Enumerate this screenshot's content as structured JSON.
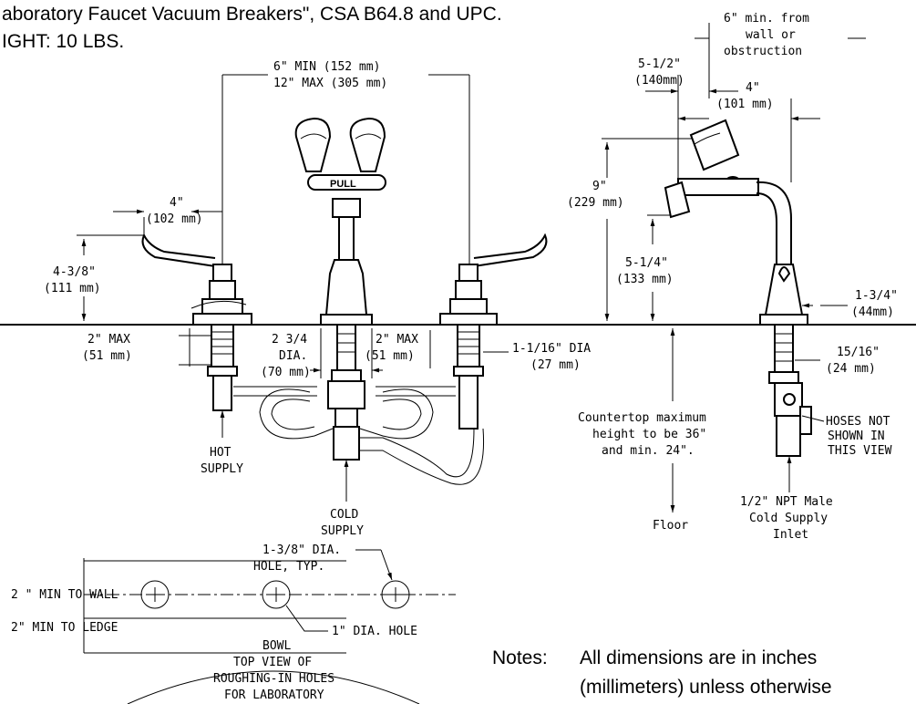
{
  "header": {
    "line1": "aboratory Faucet Vacuum Breakers\", CSA B64.8 and UPC.",
    "line2": "IGHT: 10 LBS."
  },
  "front_view": {
    "spacing": {
      "line1": "6\" MIN (152 mm)",
      "line2": "12\" MAX (305 mm)"
    },
    "handle_reach": {
      "line1": "4\"",
      "line2": "(102 mm)"
    },
    "handle_height": {
      "line1": "4-3/8\"",
      "line2": "(111 mm)"
    },
    "shank_left": {
      "line1": "2\" MAX",
      "line2": "(51 mm)"
    },
    "escutcheon": {
      "line1": "2 3/4",
      "line2": "DIA.",
      "line3": "(70 mm)"
    },
    "shank_right": {
      "line1": "2\" MAX",
      "line2": "(51 mm)"
    },
    "shank_dia": {
      "line1": "1-1/16\" DIA",
      "line2": "(27 mm)"
    },
    "pull_label": "PULL",
    "hot_supply": {
      "line1": "HOT",
      "line2": "SUPPLY"
    },
    "cold_supply": {
      "line1": "COLD",
      "line2": "SUPPLY"
    }
  },
  "side_view": {
    "wall_clearance": {
      "line1": "6\" min. from",
      "line2": "wall or",
      "line3": "obstruction"
    },
    "head_offset": {
      "line1": "5-1/2\"",
      "line2": "(140mm)"
    },
    "spout_reach": {
      "line1": "4\"",
      "line2": "(101 mm)"
    },
    "overall_height": {
      "line1": "9\"",
      "line2": "(229 mm)"
    },
    "handle_height": {
      "line1": "5-1/4\"",
      "line2": "(133 mm)"
    },
    "body_dia": {
      "line1": "1-3/4\"",
      "line2": "(44mm)"
    },
    "shank_dia": {
      "line1": "15/16\"",
      "line2": "(24 mm)"
    },
    "hoses_note": {
      "line1": "HOSES NOT",
      "line2": "SHOWN IN",
      "line3": "THIS VIEW"
    },
    "countertop_note": {
      "line1": "Countertop maximum",
      "line2": "height to be 36\"",
      "line3": "and min. 24\"."
    },
    "floor": "Floor",
    "inlet": {
      "line1": "1/2\" NPT Male",
      "line2": "Cold Supply",
      "line3": "Inlet"
    }
  },
  "top_view": {
    "wall": "2 \" MIN TO WALL",
    "ledge": "2\" MIN TO LEDGE",
    "hole_typ": {
      "line1": "1-3/8\" DIA.",
      "line2": "HOLE, TYP."
    },
    "center_hole": "1\" DIA. HOLE",
    "bowl": "BOWL",
    "title": {
      "line1": "TOP VIEW OF",
      "line2": "ROUGHING-IN HOLES",
      "line3": "FOR LABORATORY"
    }
  },
  "notes": {
    "label": "Notes:",
    "line1": "All dimensions are in inches",
    "line2": "(millimeters) unless otherwise"
  }
}
